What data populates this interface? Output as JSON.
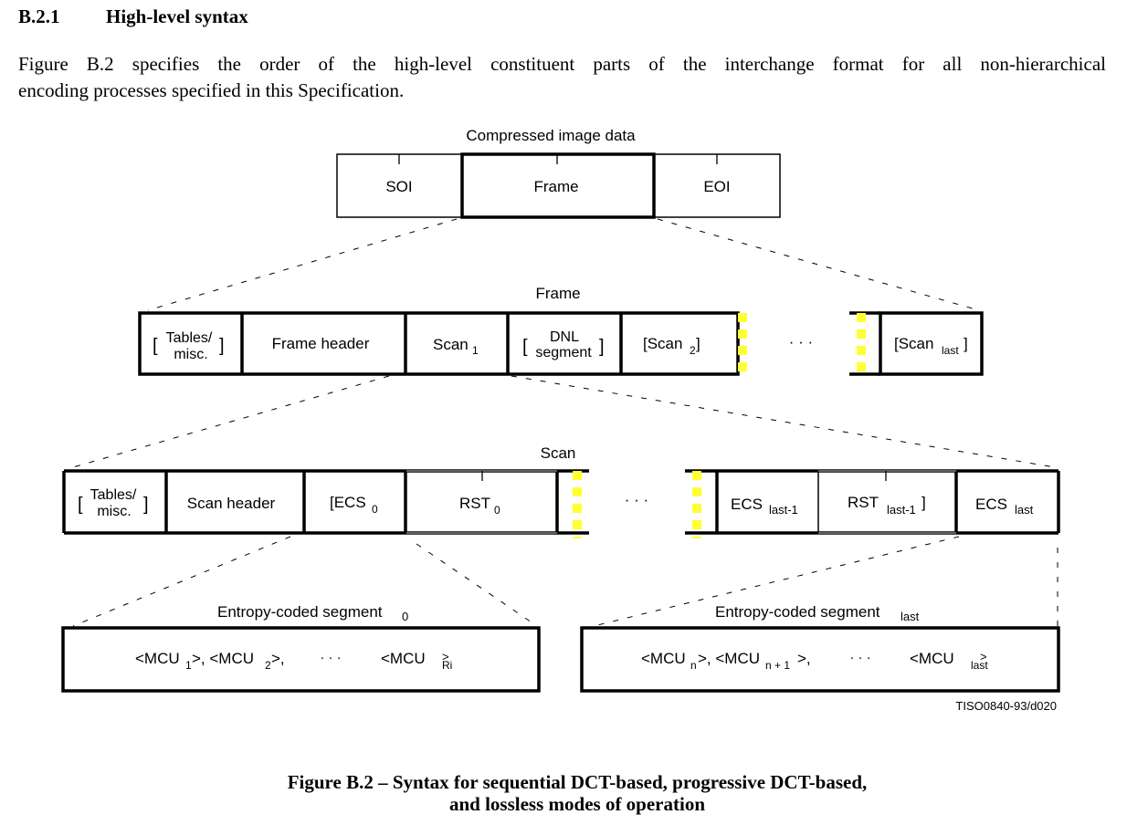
{
  "section": {
    "number": "B.2.1",
    "title": "High-level syntax"
  },
  "paragraph": {
    "line1": "Figure B.2 specifies the order of the high-level constituent parts of the interchange format for all non-hierarchical",
    "line2": "encoding processes specified in this Specification."
  },
  "diagram": {
    "level1": {
      "title": "Compressed image data",
      "boxes": [
        "SOI",
        "Frame",
        "EOI"
      ]
    },
    "level2": {
      "title": "Frame",
      "tables_top": "Tables/",
      "tables_bottom": "misc.",
      "frame_header": "Frame header",
      "scan1": "Scan",
      "scan1_sub": "1",
      "dnl_top": "DNL",
      "dnl_bottom": "segment",
      "scan2": "[Scan",
      "scan2_sub": "2",
      "scan2_close": "]",
      "ellipsis": "· · ·",
      "scanlast": "[Scan",
      "scanlast_sub": "last",
      "scanlast_close": "]"
    },
    "level3": {
      "title": "Scan",
      "tables_top": "Tables/",
      "tables_bottom": "misc.",
      "scan_header": "Scan header",
      "ecs0": "[ECS",
      "ecs0_sub": "0",
      "rst0": "RST",
      "rst0_sub": "0",
      "ellipsis": "· · ·",
      "ecs_last1": "ECS",
      "ecs_last1_sub": "last-1",
      "rst_last1": "RST",
      "rst_last1_sub": "last-1",
      "rst_last1_close": "]",
      "ecs_last": "ECS",
      "ecs_last_sub": "last"
    },
    "level4": {
      "left_title": "Entropy-coded segment",
      "left_title_sub": "0",
      "right_title": "Entropy-coded segment",
      "right_title_sub": "last",
      "left": {
        "mcu1": "<MCU",
        "mcu1_sub": "1",
        "mcu1_close": ">, <MCU",
        "mcu2_sub": "2",
        "mcu2_close": ">,",
        "dots": "· · ·",
        "mcuri": "<MCU",
        "mcuri_sub": "Ri",
        "mcuri_close": ">"
      },
      "right": {
        "mcun": "<MCU",
        "mcun_sub": "n",
        "mcun_close": ">, <MCU",
        "mcun1_sub": "n + 1",
        "mcun1_close": ">,",
        "dots": "· · ·",
        "mculast": "<MCU",
        "mculast_sub": "last",
        "mculast_close": ">"
      }
    },
    "figure_id": "TISO0840-93/d020",
    "colors": {
      "marker": "#ffff33",
      "line": "#000000"
    }
  },
  "caption": {
    "line1": "Figure B.2 – Syntax for sequential DCT-based, progressive DCT-based,",
    "line2": "and lossless modes of operation"
  }
}
